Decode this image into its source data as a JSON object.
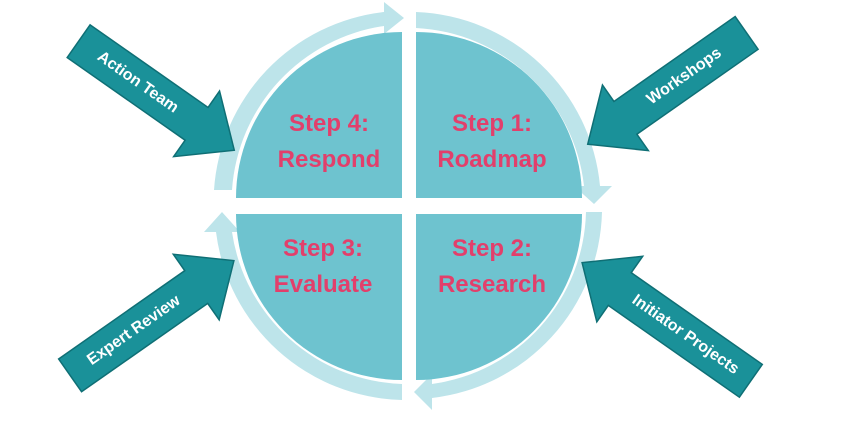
{
  "colors": {
    "quadrant": "#6ec3cf",
    "ring": "#bde4ea",
    "step_text": "#e23f6b",
    "arrow_fill": "#1a9199",
    "arrow_stroke": "#0f6f75",
    "arrow_text": "#ffffff",
    "background": "#ffffff"
  },
  "steps": [
    {
      "number_label": "Step 1:",
      "name": "Roadmap"
    },
    {
      "number_label": "Step 2:",
      "name": "Research"
    },
    {
      "number_label": "Step 3:",
      "name": "Evaluate"
    },
    {
      "number_label": "Step 4:",
      "name": "Respond"
    }
  ],
  "inputs": {
    "top_left": "Action Team",
    "top_right": "Workshops",
    "bottom_left": "Expert Review",
    "bottom_right": "Initiator Projects"
  }
}
